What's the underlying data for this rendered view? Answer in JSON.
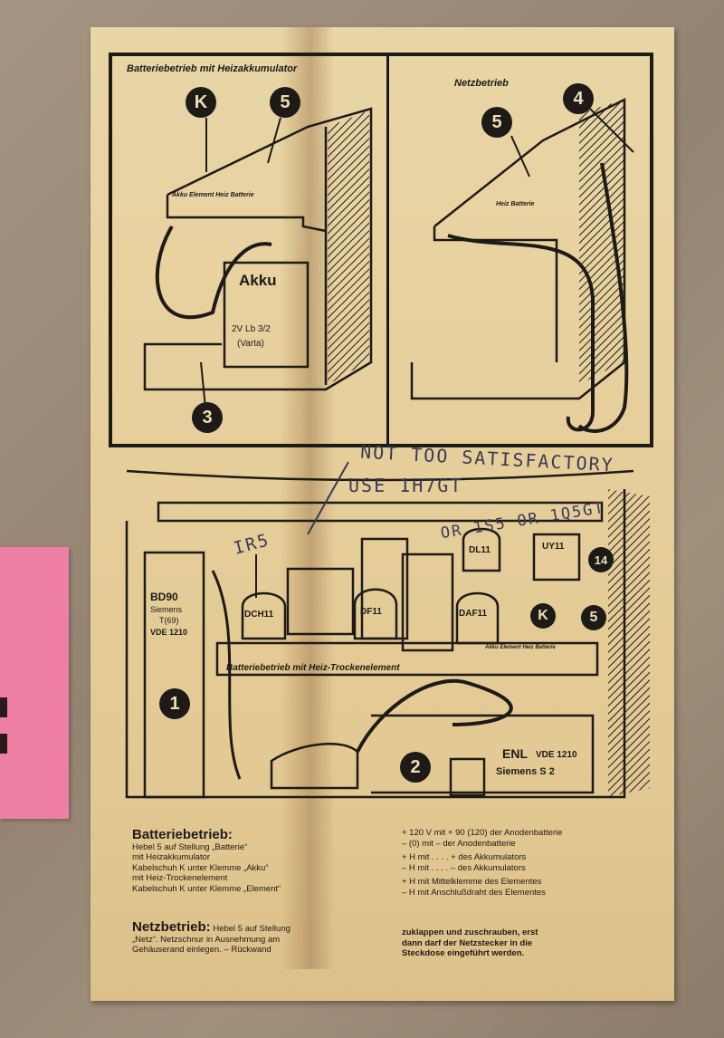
{
  "top": {
    "left_title": "Batteriebetrieb mit Heizakkumulator",
    "right_title": "Netzbetrieb",
    "left_badges": [
      "K",
      "5",
      "3"
    ],
    "right_badges": [
      "5",
      "4"
    ],
    "switch_labels_left": "Akku Element Heiz Batterie",
    "switch_labels_right": "Heiz Batterie",
    "akku_label": "Akku",
    "akku_sub1": "2V Lb 3/2",
    "akku_sub2": "(Varta)"
  },
  "handwriting": {
    "line1": "NOT TOO SATISFACTORY",
    "line2": "USE 1H7GT",
    "line3": "OR 1S5 OR 1Q5GT",
    "ir5": "IR5"
  },
  "chassis": {
    "battery_label1": "BD90",
    "battery_label2": "Siemens",
    "battery_label3": "T(69)",
    "battery_label4": "VDE 1210",
    "tubes": [
      "DCH11",
      "DF11",
      "DAF11",
      "DL11",
      "UY11"
    ],
    "shelf_label": "Batteriebetrieb mit Heiz-Trockenelement",
    "switch_labels": "Akku Element Heiz Batterie",
    "enl_label": "ENL",
    "vde": "VDE 1210",
    "siemens": "Siemens S 2",
    "badges": [
      "1",
      "2",
      "K",
      "5",
      "14"
    ]
  },
  "instructions": {
    "heading": "Batteriebetrieb:",
    "l1": "Hebel 5 auf Stellung „Batterie“",
    "l2": "mit Heizakkumulator",
    "l3": "Kabelschuh K unter Klemme „Akku“",
    "l4": "mit Heiz-Trockenelement",
    "l5": "Kabelschuh K unter Klemme „Element“",
    "r1": "+ 120 V mit + 90 (120) der Anodenbatterie",
    "r2": "– (0) mit – der Anodenbatterie",
    "r3": "+ H mit . . . . + des Akkumulators",
    "r4": "– H mit . . . . – des Akkumulators",
    "r5": "+ H mit Mittelklemme des Elementes",
    "r6": "– H mit Anschlußdraht des Elementes",
    "net_heading": "Netzbetrieb:",
    "n1": "Hebel 5 auf Stellung",
    "n2": "„Netz“. Netzschnur in Ausnehmung am",
    "n3": "Gehäuserand einlegen. – Rückwand",
    "n4": "zuklappen und zuschrauben, erst",
    "n5": "dann darf der Netzstecker in die",
    "n6": "Steckdose eingeführt werden."
  }
}
